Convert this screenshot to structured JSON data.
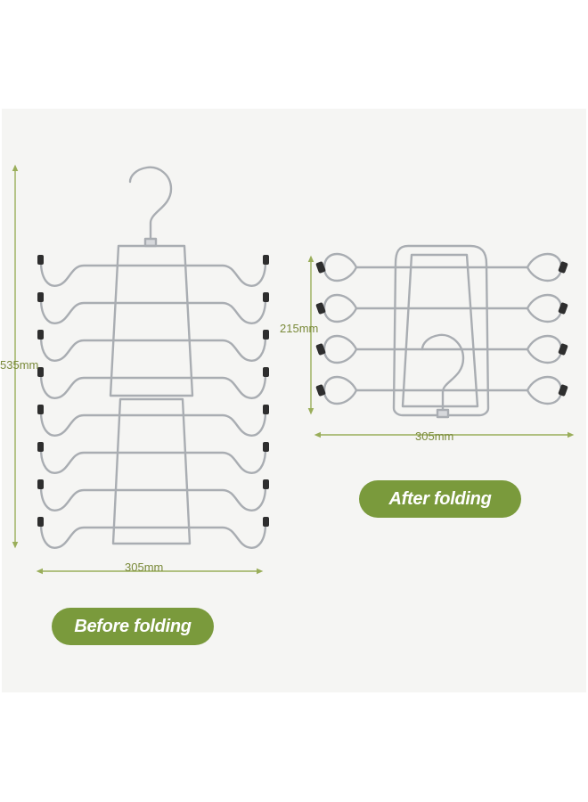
{
  "before": {
    "height_label": "535mm",
    "width_label": "305mm",
    "caption": "Before folding"
  },
  "after": {
    "height_label": "215mm",
    "width_label": "305mm",
    "caption": "After folding"
  },
  "colors": {
    "background": "#f5f5f3",
    "dimension": "#9aae5a",
    "pill": "#7a9a3c",
    "wire": "#a9adb2",
    "clip": "#2e2e2e"
  }
}
